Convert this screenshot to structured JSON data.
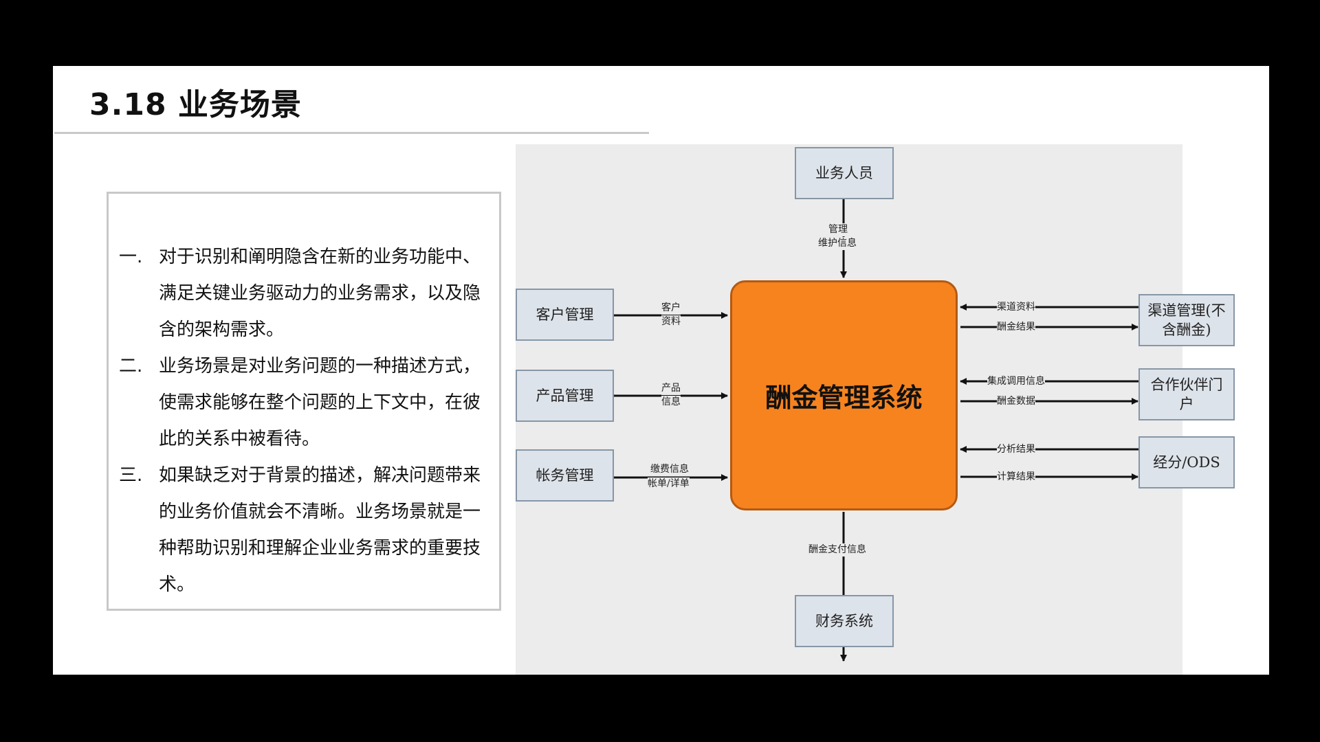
{
  "slide": {
    "title": "3.18 业务场景",
    "paragraphs": [
      {
        "num": "一.",
        "text": "对于识别和阐明隐含在新的业务功能中、满足关键业务驱动力的业务需求，以及隐含的架构需求。"
      },
      {
        "num": "二.",
        "text": "业务场景是对业务问题的一种描述方式，使需求能够在整个问题的上下文中，在彼此的关系中被看待。"
      },
      {
        "num": "三.",
        "text": "如果缺乏对于背景的描述，解决问题带来的业务价值就会不清晰。业务场景就是一种帮助识别和理解企业业务需求的重要技术。"
      }
    ]
  },
  "diagram": {
    "core": "酬金管理系统",
    "nodes": {
      "top": "业务人员",
      "left1": "客户管理",
      "left2": "产品管理",
      "left3": "帐务管理",
      "right1": "渠道管理(不含酬金)",
      "right2": "合作伙伴门户",
      "right3": "经分/ODS",
      "bottom": "财务系统"
    },
    "labels": {
      "top_line1": "管理",
      "top_line2": "维护信息",
      "left1_line1": "客户",
      "left1_line2": "资料",
      "left2_line1": "产品",
      "left2_line2": "信息",
      "left3_line1": "缴费信息",
      "left3_line2": "帐单/详单",
      "r1_in": "渠道资料",
      "r1_out": "酬金结果",
      "r2_in": "集成调用信息",
      "r2_out": "酬金数据",
      "r3_in": "分析结果",
      "r3_out": "计算结果",
      "bottom": "酬金支付信息"
    },
    "colors": {
      "core": "#f7831f",
      "node_fill": "#dde3ea",
      "node_border": "#8696a6"
    }
  }
}
